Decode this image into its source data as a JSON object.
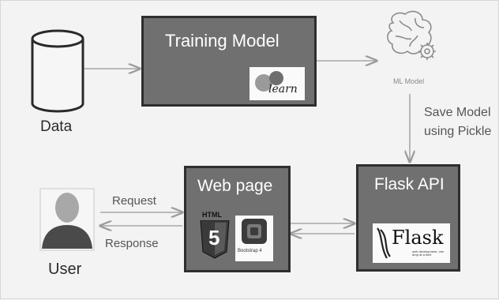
{
  "nodes": {
    "data": {
      "label": "Data"
    },
    "training": {
      "title": "Training Model",
      "logo_text": "learn"
    },
    "ml_model": {
      "label": "ML Model"
    },
    "flask_api": {
      "title": "Flask API",
      "logo_text": "Flask",
      "logo_subtext": "web development, one drop at a time"
    },
    "web_page": {
      "title": "Web page",
      "html_text": "HTML",
      "html_num": "5",
      "bootstrap_text": "Bootstrap 4"
    },
    "user": {
      "label": "User"
    }
  },
  "edges": {
    "save": {
      "line1": "Save Model",
      "line2": "using Pickle"
    },
    "request": "Request",
    "response": "Response"
  },
  "colors": {
    "box_fill": "#707070",
    "box_border": "#2e2e2e",
    "arrow": "#a0a0a0",
    "icon_gray": "#9a9a9a",
    "html5_orange": "#8a8a8a"
  }
}
